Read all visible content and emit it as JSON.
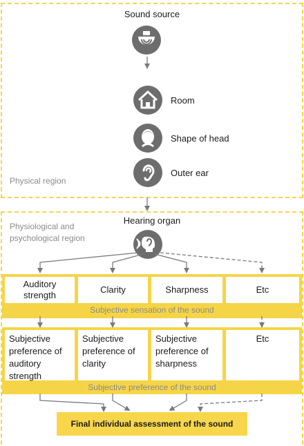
{
  "sound_source": "Sound source",
  "physical_region": "Physical region",
  "physio_region": [
    "Physiological and",
    "psychological region"
  ],
  "hearing_organ": "Hearing organ",
  "factors": [
    "Room",
    "Shape of head",
    "Outer ear"
  ],
  "sensations": [
    [
      "Auditory",
      "strength"
    ],
    [
      "Clarity"
    ],
    [
      "Sharpness"
    ],
    [
      "Etc"
    ]
  ],
  "sensation_band": "Subjective sensation of the sound",
  "preferences": [
    [
      "Subjective",
      "preference of",
      "auditory",
      "strength"
    ],
    [
      "Subjective",
      "preference of",
      "clarity"
    ],
    [
      "Subjective",
      "preference of",
      "sharpness"
    ],
    [
      "Etc"
    ]
  ],
  "preference_band": "Subjective preference of the sound",
  "final_assessment": "Final individual assessment of the sound",
  "colors": {
    "accent": "#f5d547",
    "icon": "#6d6d6d",
    "muted_text": "#8a8a8a"
  },
  "icons": [
    "speaker-icon",
    "house-icon",
    "head-icon",
    "ear-icon",
    "hearing-head-icon"
  ]
}
